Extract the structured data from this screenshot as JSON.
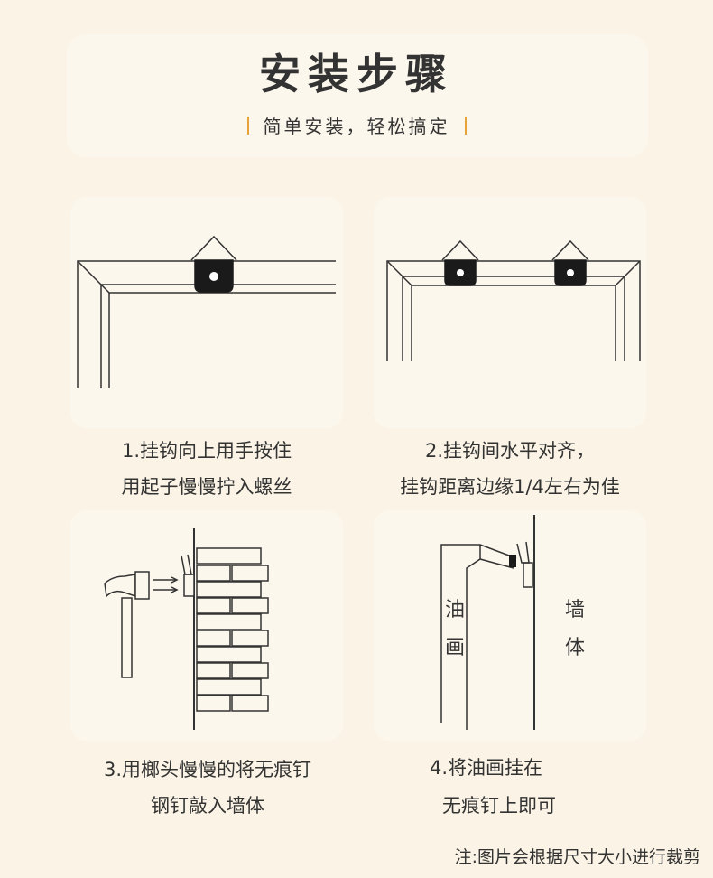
{
  "header": {
    "title": "安装步骤",
    "subtitle": "简单安装，轻松搞定"
  },
  "steps": [
    {
      "line1": "1.挂钩向上用手按住",
      "line2": "用起子慢慢拧入螺丝"
    },
    {
      "line1": "2.挂钩间水平对齐，",
      "line2": "挂钩距离边缘1/4左右为佳"
    },
    {
      "line1": "3.用榔头慢慢的将无痕钉",
      "line2": "钢钉敲入墙体"
    },
    {
      "line1": "4.将油画挂在",
      "line2": "无痕钉上即可"
    }
  ],
  "diagram_labels": {
    "painting": [
      "油",
      "画"
    ],
    "wall": [
      "墙",
      "体"
    ]
  },
  "footer": {
    "note": "注:图片会根据尺寸大小进行裁剪"
  },
  "colors": {
    "background": "#fbf4e6",
    "card": "#fcf7ec",
    "accent_bar": "#e8a23a",
    "text": "#333333"
  }
}
